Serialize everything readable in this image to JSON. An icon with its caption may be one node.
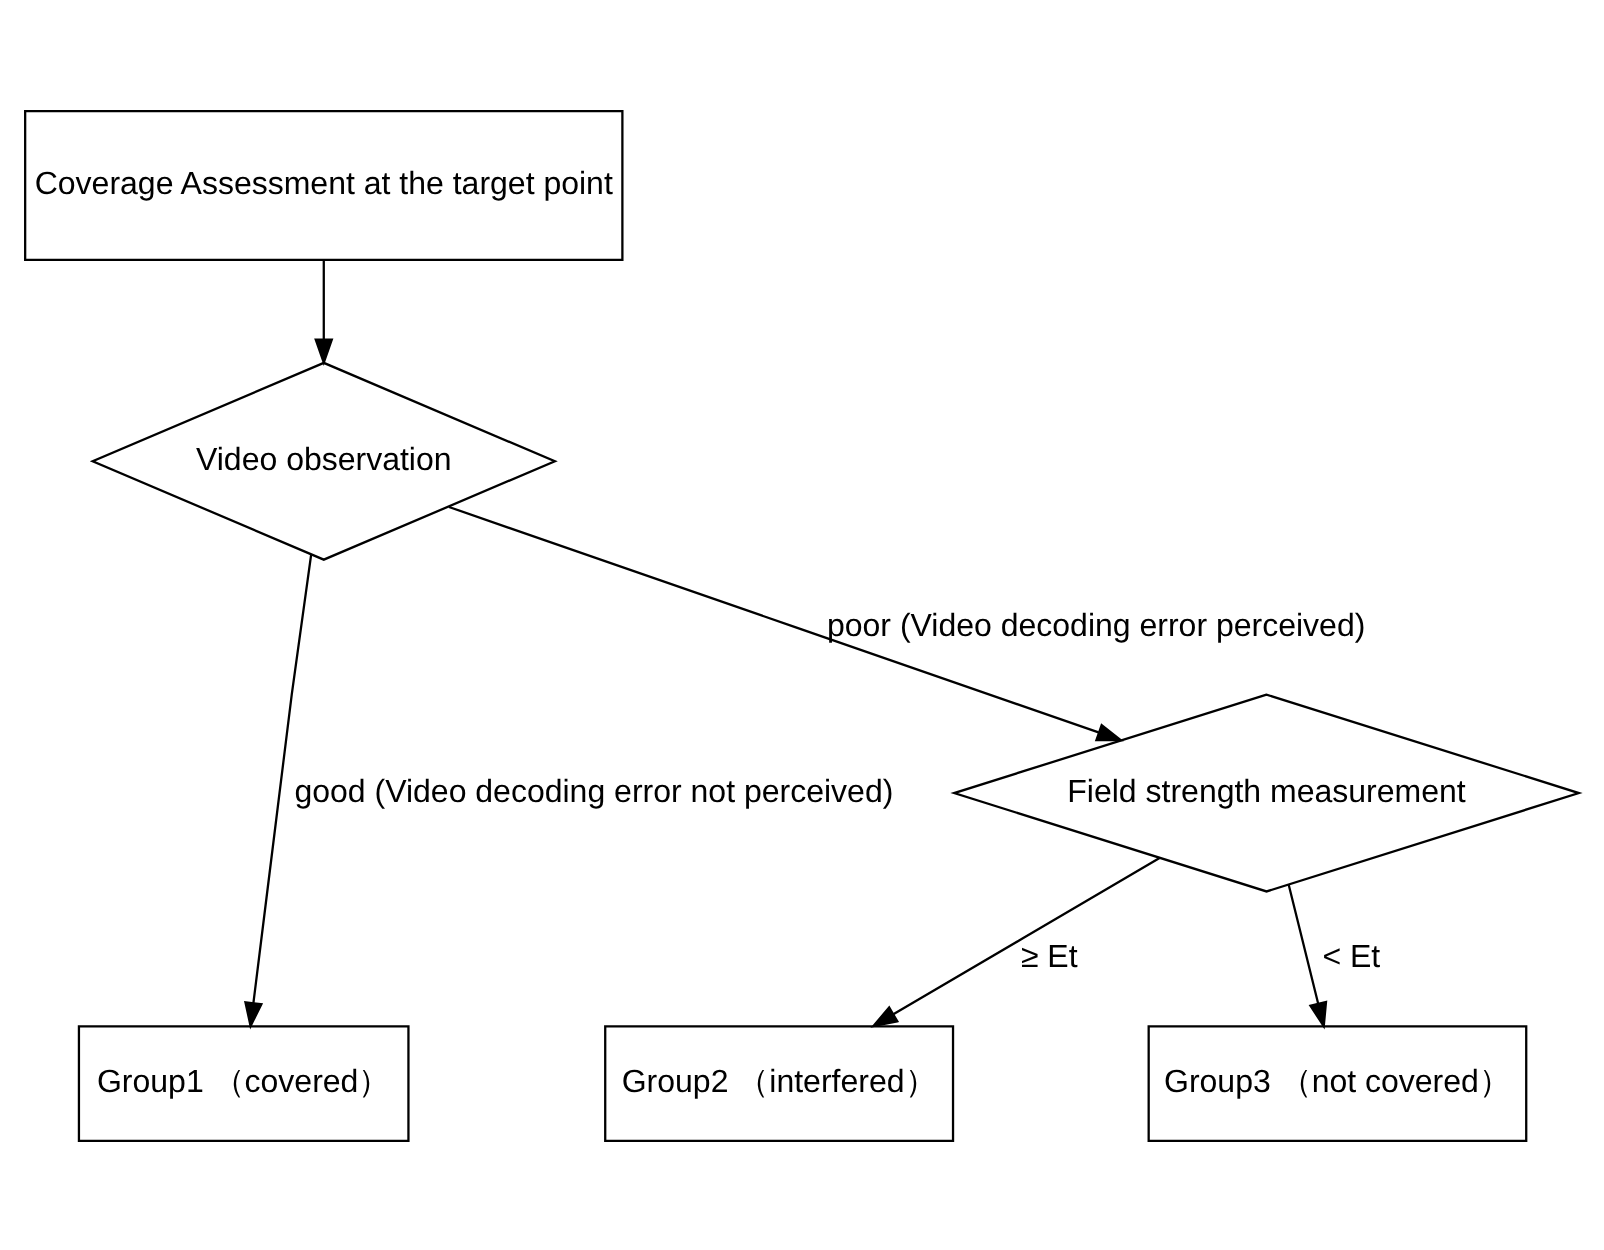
{
  "diagram": {
    "nodes": [
      {
        "text": [
          "Coverage Assessment at the target point"
        ]
      },
      {
        "text": [
          "Video observation"
        ]
      },
      {
        "text": [
          "Field strength measurement"
        ]
      },
      {
        "text": [
          "Group1 （covered）"
        ]
      },
      {
        "text": [
          "Group2 （interfered）"
        ]
      },
      {
        "text": [
          "Group3 （not covered）"
        ]
      }
    ],
    "edges": [
      {
        "from": 0,
        "to": 1,
        "arrow": "to"
      },
      {
        "from": 1,
        "to": 2,
        "arrow": "to",
        "label": "poor (Video decoding error perceived)"
      },
      {
        "from": 1,
        "to": 3,
        "arrow": "to",
        "label": "good (Video decoding error not perceived)"
      },
      {
        "from": 2,
        "to": 5,
        "arrow": "to",
        "label": "< Et"
      },
      {
        "from": 2,
        "to": 4,
        "arrow": "to",
        "label": "≥ Et"
      }
    ]
  }
}
